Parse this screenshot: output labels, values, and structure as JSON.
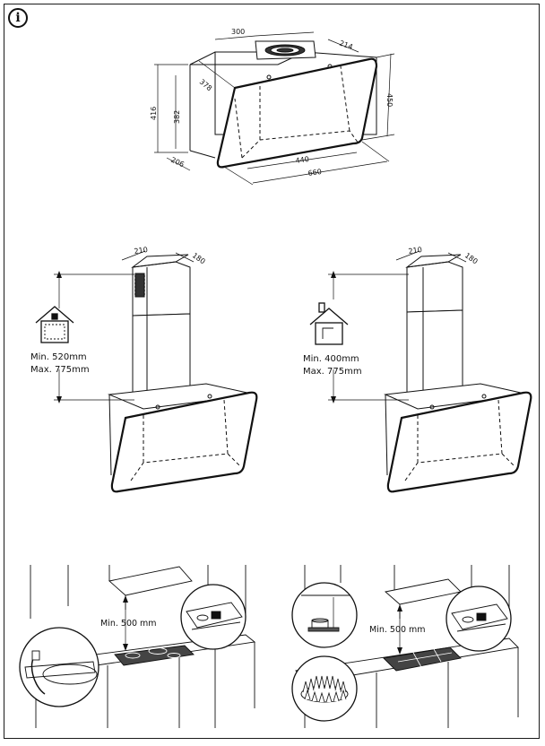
{
  "icon": "info-icon",
  "info_letter": "i",
  "top_figure": {
    "dims": {
      "d300": "300",
      "d214": "214",
      "d378": "378",
      "d416": "416",
      "d382": "382",
      "d450": "450",
      "d206": "206",
      "d440": "440",
      "d660": "660"
    }
  },
  "left_figure": {
    "dims": {
      "w210": "210",
      "d180": "180"
    },
    "min_label": "Min. 520mm",
    "max_label": "Max. 775mm",
    "house_icon": "house-recirculation-icon"
  },
  "right_figure": {
    "dims": {
      "w210": "210",
      "d180": "180"
    },
    "min_label": "Min. 400mm",
    "max_label": "Max. 775mm",
    "house_icon": "house-extraction-icon"
  },
  "bottom_left": {
    "clearance_label": "Min. 500 mm"
  },
  "bottom_right": {
    "clearance_label": "Min. 500 mm"
  }
}
